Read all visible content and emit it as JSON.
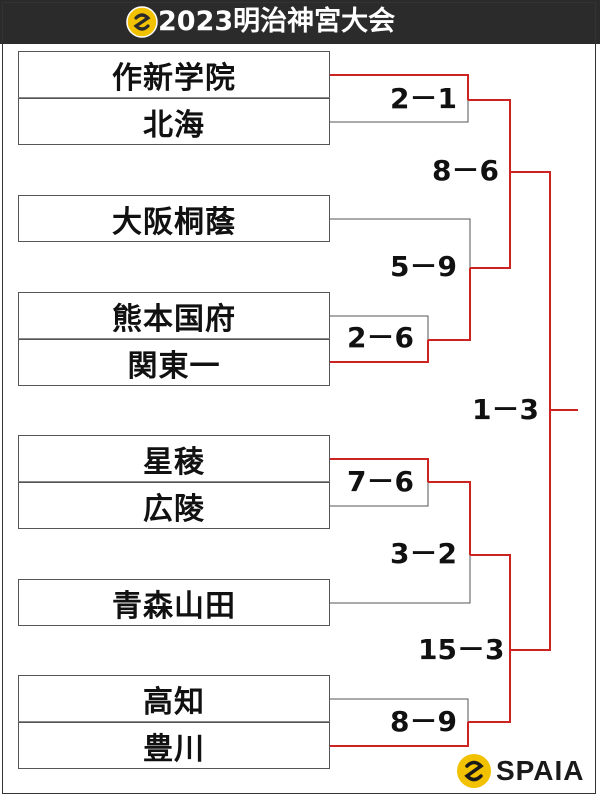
{
  "header": {
    "title": "2023明治神宮大会"
  },
  "teams": [
    "作新学院",
    "北海",
    "大阪桐蔭",
    "熊本国府",
    "関東一",
    "星稜",
    "広陵",
    "青森山田",
    "高知",
    "豊川"
  ],
  "scores": {
    "r1_a": "2－1",
    "r1_b": "2－6",
    "r1_c": "7－6",
    "r1_d": "8－9",
    "r2_a": "5－9",
    "r2_b": "3－2",
    "sf_a": "8－6",
    "sf_b": "15－3",
    "final": "1－3"
  },
  "brand": {
    "name": "SPAIA",
    "accent": "#f2c100",
    "win_line": "#cc2222",
    "lose_line": "#555555"
  }
}
